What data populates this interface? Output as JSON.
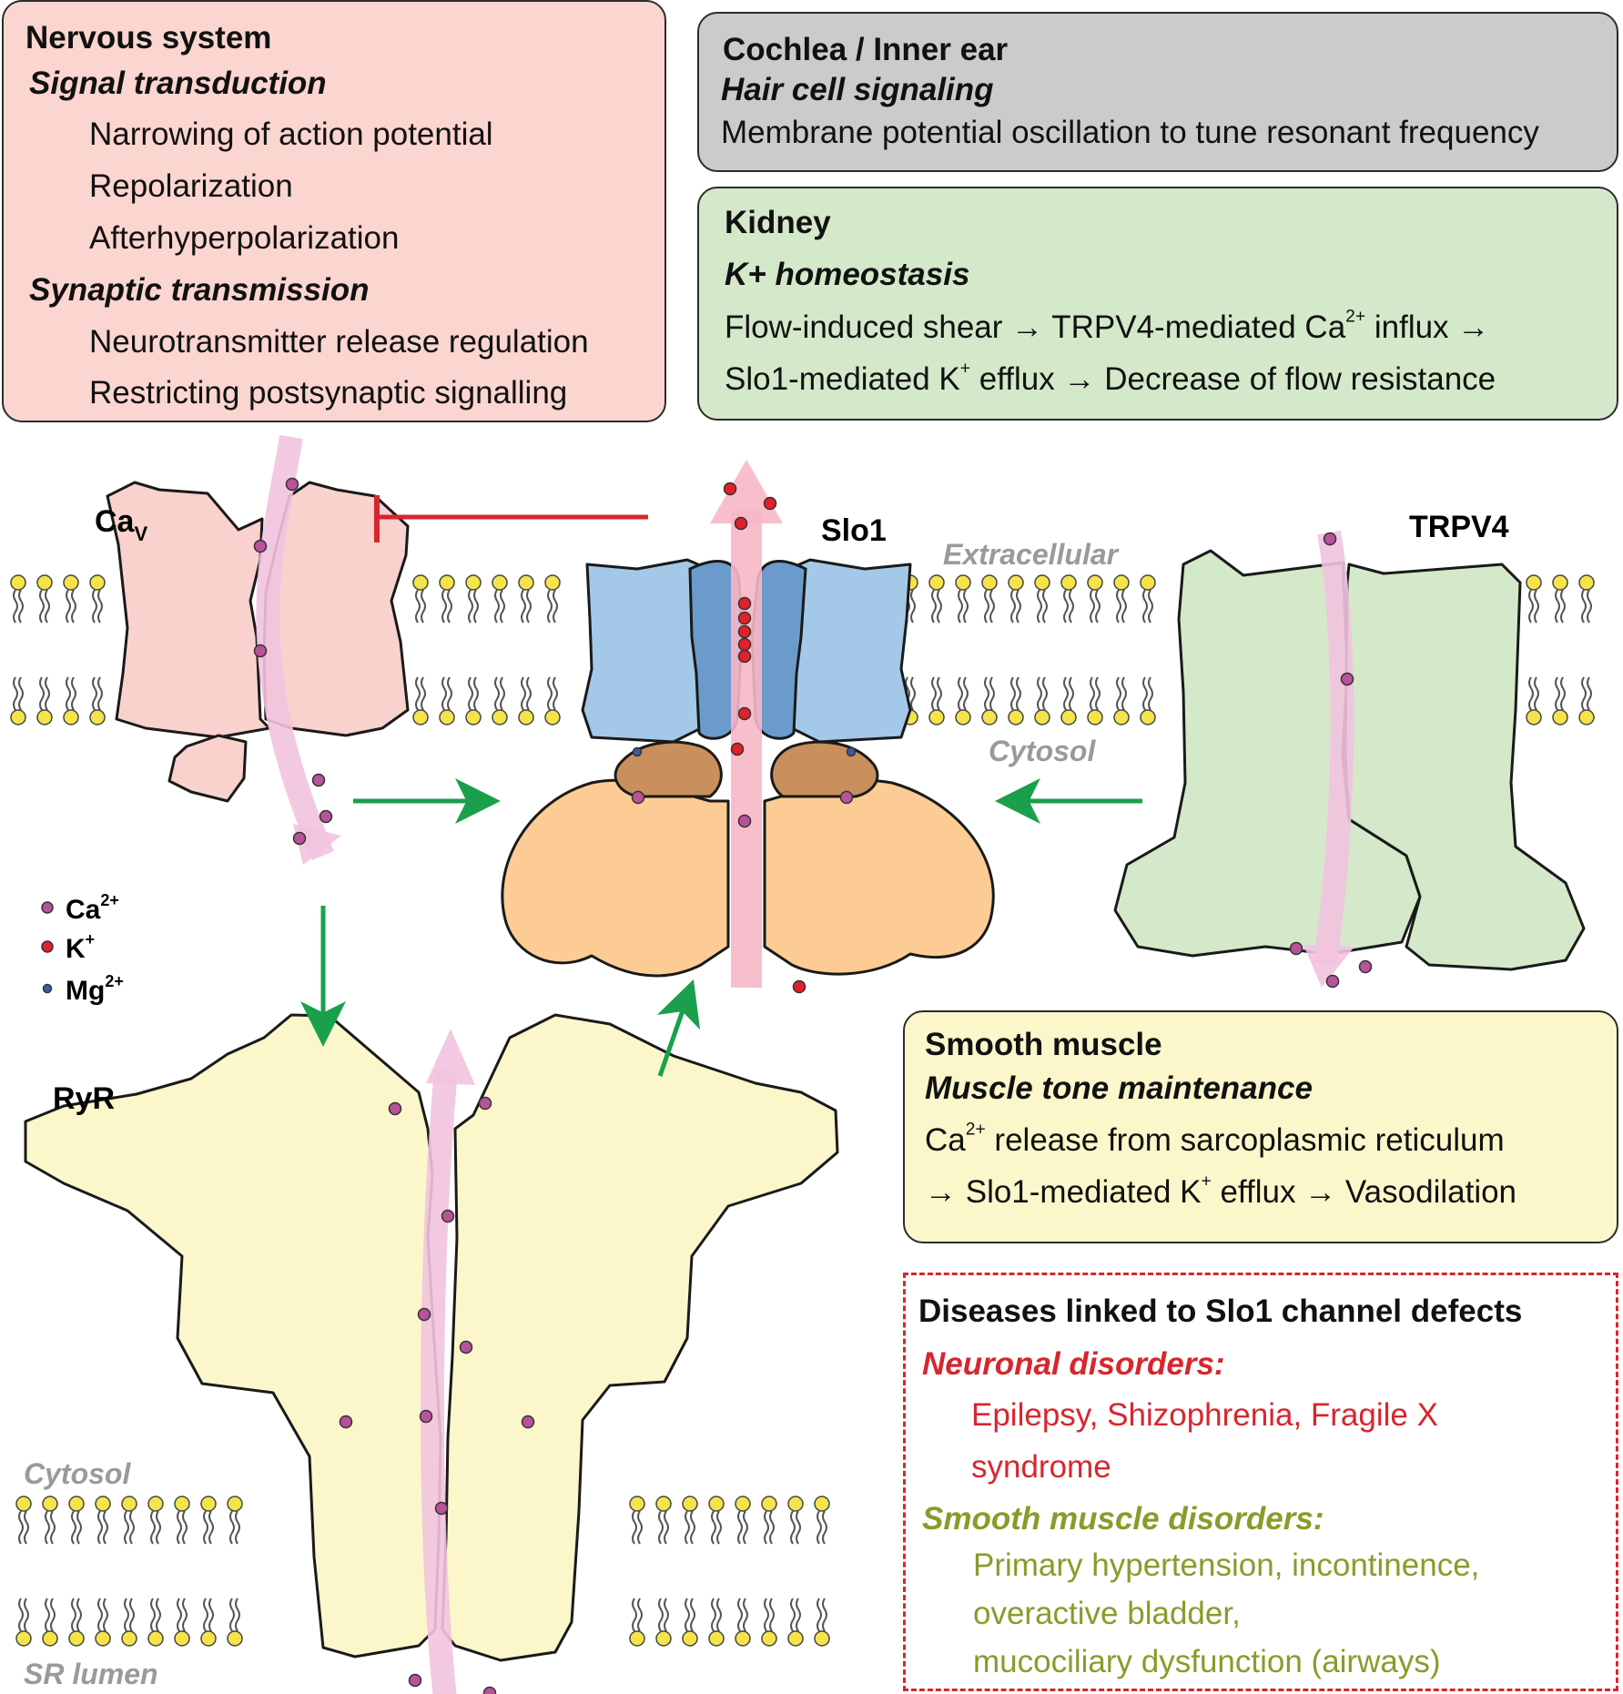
{
  "boxes": {
    "nervous": {
      "title": "Nervous system",
      "section1": "Signal transduction",
      "items1": [
        "Narrowing of action potential",
        "Repolarization",
        "Afterhyperpolarization"
      ],
      "section2": "Synaptic transmission",
      "items2": [
        "Neurotransmitter release regulation",
        "Restricting postsynaptic signalling"
      ],
      "color": "#fbd5cf"
    },
    "cochlea": {
      "title": "Cochlea / Inner ear",
      "section": "Hair cell signaling",
      "text": "Membrane potential oscillation to tune resonant frequency",
      "color": "#cbcbcb"
    },
    "kidney": {
      "title": "Kidney",
      "section": "K+ homeostasis",
      "line1_a": "Flow-induced shear → TRPV4-mediated Ca",
      "line1_sup": "2+",
      "line1_b": " influx →",
      "line2_a": "Slo1-mediated K",
      "line2_sup": "+",
      "line2_b": " efflux → Decrease of flow resistance",
      "color": "#d3e9c9"
    },
    "smooth": {
      "title": "Smooth muscle",
      "section": "Muscle tone maintenance",
      "line1_a": "Ca",
      "line1_sup": "2+",
      "line1_b": " release from sarcoplasmic reticulum",
      "line2_a": "→ Slo1-mediated K",
      "line2_sup": "+",
      "line2_b": " efflux → Vasodilation",
      "color": "#fbf7cb"
    },
    "diseases": {
      "title": "Diseases linked to Slo1 channel defects",
      "neuronal_head": "Neuronal disorders:",
      "neuronal_items": [
        "Epilepsy, Shizophrenia, Fragile X",
        "syndrome"
      ],
      "smooth_head": "Smooth muscle disorders:",
      "smooth_items": [
        "Primary hypertension, incontinence,",
        "overactive bladder,",
        "mucociliary dysfunction (airways)"
      ],
      "neuronal_color": "#d7262e",
      "smooth_color": "#8c9a2a"
    }
  },
  "labels": {
    "cav_main": "Ca",
    "cav_sub": "V",
    "slo1": "Slo1",
    "trpv4": "TRPV4",
    "ryr": "RyR",
    "extracellular": "Extracellular",
    "cytosol_upper": "Cytosol",
    "cytosol_lower": "Cytosol",
    "sr_lumen": "SR lumen"
  },
  "legend": [
    {
      "symbol": "Ca",
      "sup": "2+",
      "color": "#b8529b"
    },
    {
      "symbol": "K",
      "sup": "+",
      "color": "#e3202a"
    },
    {
      "symbol": "Mg",
      "sup": "2+",
      "color": "#3b5aa5"
    }
  ],
  "colors": {
    "cav_fill": "#f9d2cd",
    "slo1_vsd": "#a3c8e8",
    "slo1_pore": "#6b9bca",
    "slo1_ctd": "#fdcc94",
    "slo1_rck": "#c98f5c",
    "trpv4_fill": "#d3e9c9",
    "ryr_fill": "#fbf7cb",
    "lipid_head": "#f4e44a",
    "activation_arrow": "#1aa04c",
    "inhibition": "#d7262e",
    "ca_flux": "#f2c3df",
    "k_flux": "#f7b7c6"
  }
}
